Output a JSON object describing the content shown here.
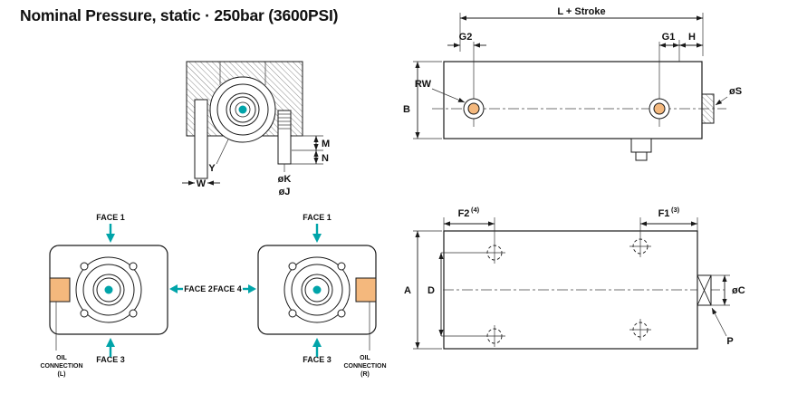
{
  "title": "Nominal Pressure, static · 250bar (3600PSI)",
  "colors": {
    "accent_teal": "#00a4a9",
    "port_orange": "#f4b87d",
    "line": "#1a1a1a"
  },
  "section_view": {
    "y": "Y",
    "w": "W",
    "m": "M",
    "n": "N",
    "ok": "øK",
    "oj": "øJ"
  },
  "side_view_top": {
    "l_stroke": "L + Stroke",
    "g2": "G2",
    "g1": "G1",
    "h": "H",
    "rw": "RW",
    "b": "B",
    "os": "øS"
  },
  "face_views": {
    "face1": "FACE 1",
    "face2": "FACE 2",
    "face3": "FACE 3",
    "face4": "FACE 4",
    "oil_left_1": "OIL",
    "oil_left_2": "CONNECTION",
    "oil_left_3": "(L)",
    "oil_right_1": "OIL",
    "oil_right_2": "CONNECTION",
    "oil_right_3": "(R)"
  },
  "side_view_bottom": {
    "f2": "F2",
    "f2_sup": "(4)",
    "f1": "F1",
    "f1_sup": "(3)",
    "a": "A",
    "d": "D",
    "oc": "øC",
    "p": "P"
  }
}
